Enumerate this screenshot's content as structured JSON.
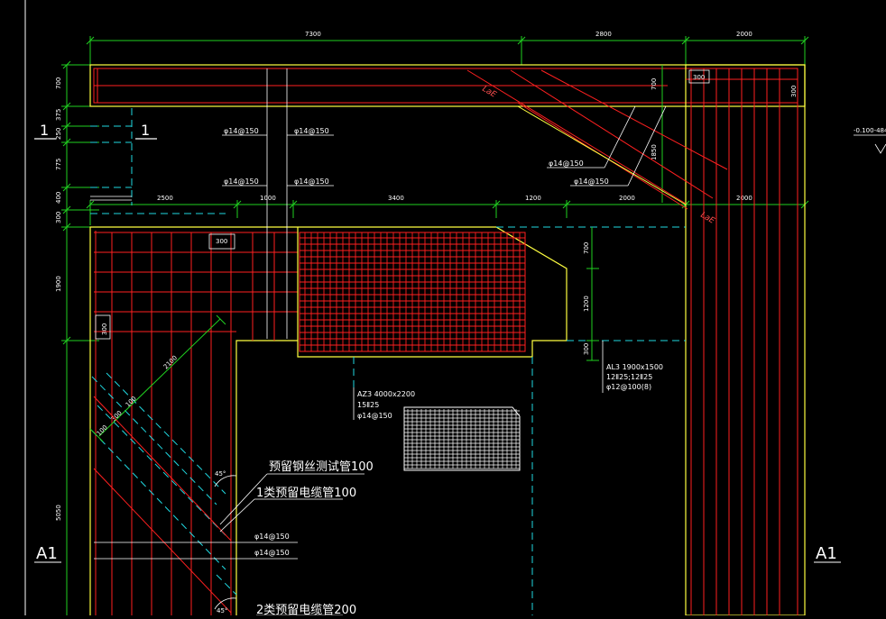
{
  "colors": {
    "background": "#000000",
    "rebar": "#ff2020",
    "dimension": "#20d020",
    "outline": "#ffff40",
    "hidden": "#20d8e0",
    "text": "#ffffff",
    "leader": "#ffffff"
  },
  "top_dims": [
    "7300",
    "2800",
    "2000"
  ],
  "mid_dims": [
    "2500",
    "1000",
    "3400",
    "1200",
    "2000",
    "2000"
  ],
  "left_dims": [
    "700",
    "375",
    "250",
    "775",
    "400",
    "300",
    "1900",
    "5050"
  ],
  "inner_dims": {
    "top_right_700": "700",
    "top_right_300": "300",
    "top_right_300b": "300",
    "diag_1850": "1850",
    "block_300": "300",
    "block_300v": "300",
    "right_700": "700",
    "right_1200": "1200",
    "right_300": "300",
    "diag_2100": "2100",
    "diag_100a": "100",
    "diag_300": "300",
    "diag_100b": "100"
  },
  "elevation_label": "-0.100-484",
  "lae_labels": [
    "LaE",
    "LaE"
  ],
  "rebar_labels": [
    "φ14@150",
    "φ14@150",
    "φ14@150",
    "φ14@150",
    "φ14@150",
    "φ14@150"
  ],
  "bottom_rebar_labels": [
    "φ14@150",
    "φ14@150"
  ],
  "az3": {
    "name": "AZ3 4000x2200",
    "main": "15Ⅱ25",
    "stirrup": "φ14@150"
  },
  "al3": {
    "name": "AL3 1900x1500",
    "main": "12Ⅱ25;12Ⅱ25",
    "stirrup": "φ12@100(8)"
  },
  "pipes": {
    "p1": "预留钢丝测试管100",
    "p2": "1类预留电缆管100",
    "p3": "2类预留电缆管200"
  },
  "angle_labels": [
    "45°",
    "45°"
  ],
  "section_markers": [
    "1",
    "1"
  ],
  "axis_markers": [
    "A1",
    "A1"
  ]
}
